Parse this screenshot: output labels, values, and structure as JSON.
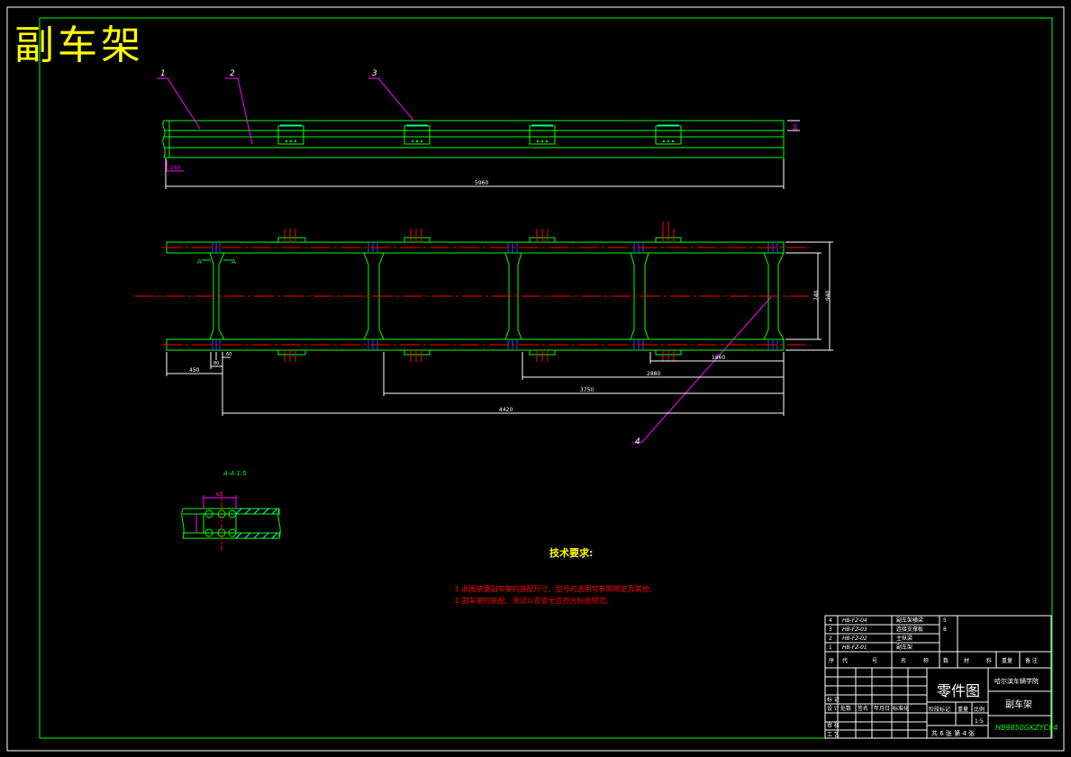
{
  "drawing": {
    "title": "副车架",
    "colors": {
      "frame": "#00ff00",
      "dim": "#ffffff",
      "leader": "#ff00ff",
      "center": "#ff0000",
      "note": "#ff0000",
      "heading": "#ffff00",
      "part": "#00ff00",
      "hatch": "#00ffff"
    }
  },
  "callouts": [
    "1",
    "2",
    "3",
    "4"
  ],
  "dimensions": {
    "side_height": "80",
    "side_left": "160",
    "side_length": "5960",
    "plan_width_inner": "740",
    "plan_width_outer": "940",
    "plan_left_a": "450",
    "plan_left_b": "80",
    "plan_left_c": "60",
    "plan_d1": "1860",
    "plan_d2": "2880",
    "plan_d3": "3750",
    "plan_d4": "4420",
    "section_dim": "60"
  },
  "section": {
    "label": "A-A  1:5",
    "marker": "A"
  },
  "notes": {
    "heading": "技术要求:",
    "lines": [
      "1.此图依据副车架的装配尺寸，型号的选用可参照规定及其他;",
      "2.副车架的装配、测试以及安全应符合标准规范。"
    ]
  },
  "parts_list": [
    {
      "no": "4",
      "code": "HB-FZ-04",
      "name": "副车架横梁",
      "qty": "5"
    },
    {
      "no": "3",
      "code": "HB-FZ-03",
      "name": "连接支撑板",
      "qty": "8"
    },
    {
      "no": "2",
      "code": "HB-FZ-02",
      "name": "主纵梁",
      "qty": ""
    },
    {
      "no": "1",
      "code": "HB-FZ-01",
      "name": "副车架",
      "qty": ""
    }
  ],
  "parts_header": [
    "序",
    "代",
    "号",
    "名",
    "称",
    "数",
    "材",
    "料",
    "重量",
    "备 注"
  ],
  "title_block": {
    "drawing_type": "零件图",
    "school": "哈尔滨车辆学院",
    "part_name": "副车架",
    "drawing_no": "HB9850GKZYC04",
    "sheets": "共 6 张  第 4 张",
    "stage_label": "阶段标记",
    "weight_label": "重量",
    "scale_label": "比例",
    "scale": "1:5",
    "rows": [
      "标 记",
      "设 计",
      "审 核",
      "工 艺"
    ],
    "extra": [
      "处数",
      "签名",
      "年月日",
      "标准化"
    ]
  }
}
